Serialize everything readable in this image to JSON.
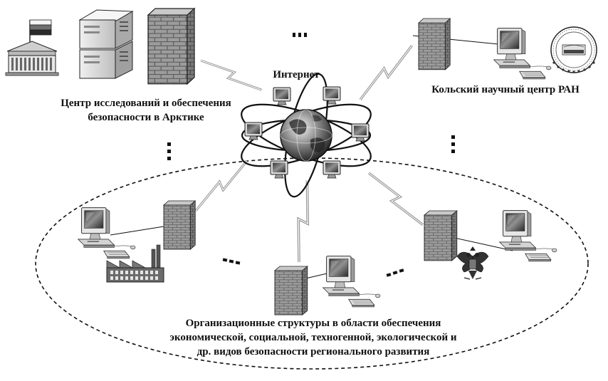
{
  "labels": {
    "internet": "Интернет",
    "arctic_line1": "Центр исследований и обеспечения",
    "arctic_line2": "безопасности в Арктике",
    "kola": "Кольский научный центр РАН",
    "org_line1": "Организационные структуры в области обеспечения",
    "org_line2": "экономической, социальной, техногенной, экологической и",
    "org_line3": "др. видов безопасности регионального развития"
  },
  "nodes": [
    {
      "id": "arctic-center",
      "name": "Центр исследований и обеспечения безопасности в Арктике"
    },
    {
      "id": "kola-center",
      "name": "Кольский научный центр РАН"
    },
    {
      "id": "org-left"
    },
    {
      "id": "org-center"
    },
    {
      "id": "org-right"
    }
  ],
  "connections": [
    {
      "from": "arctic-center",
      "to": "internet",
      "type": "wireless"
    },
    {
      "from": "kola-center",
      "to": "internet",
      "type": "wireless"
    },
    {
      "from": "org-left",
      "to": "internet",
      "type": "wireless"
    },
    {
      "from": "org-center",
      "to": "internet",
      "type": "wireless"
    },
    {
      "from": "org-right",
      "to": "internet",
      "type": "wireless"
    }
  ],
  "colors": {
    "ink": "#111111",
    "device_light": "#e6e6e6",
    "device_mid": "#a9a9a9",
    "device_dark": "#555555"
  }
}
